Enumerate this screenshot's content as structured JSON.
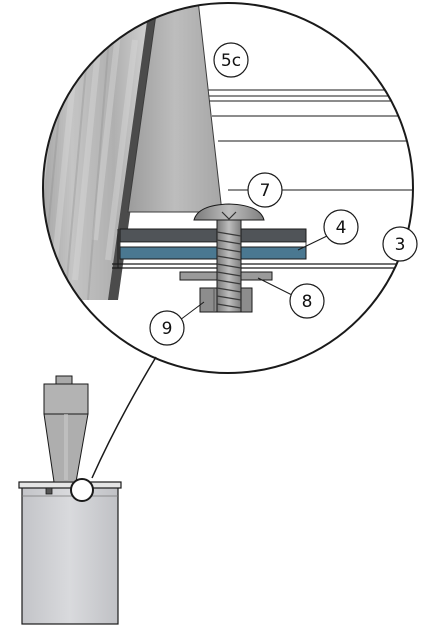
{
  "callouts": {
    "c5c": "5c",
    "c7": "7",
    "c4": "4",
    "c3": "3",
    "c8": "8",
    "c9": "9"
  },
  "colors": {
    "outline": "#1a1a1a",
    "blue_gasket": "#4a7891",
    "dark_plate": "#505458",
    "steel_light": "#c9c9c9",
    "steel_mid": "#a8a8a8",
    "steel_dark": "#6e6e6e",
    "drum_fill": "#cfd0d3"
  },
  "icons": {
    "detail_view": "magnifier-circle-icon",
    "bolt": "bolt-icon",
    "nut": "nut-icon",
    "washer": "washer-icon",
    "drum": "drum-icon",
    "cyclone": "cyclone-separator-icon"
  }
}
